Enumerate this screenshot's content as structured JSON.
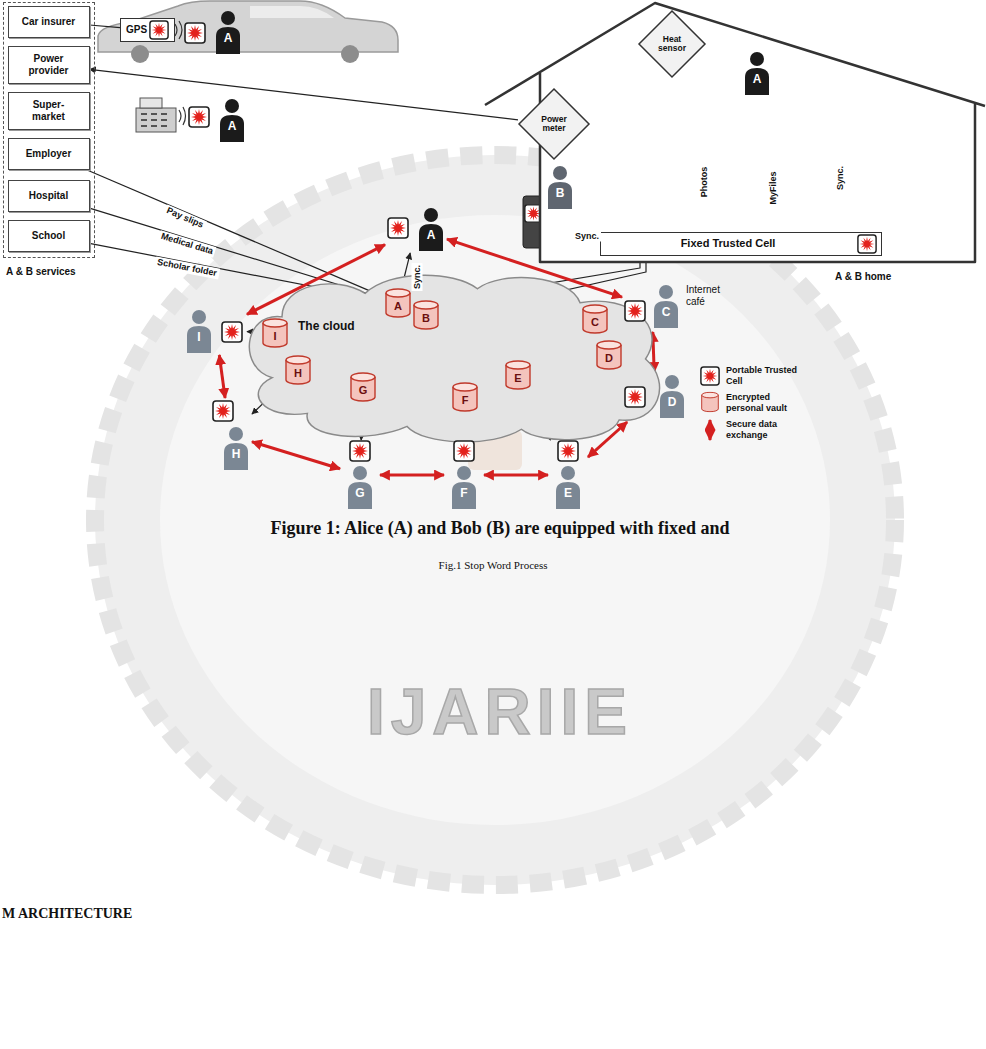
{
  "diagram": {
    "caption": "Fig.1 Stop Word Process",
    "nodes": [
      {
        "text": [
          "A & B services"
        ]
      },
      {
        "text": [
          "Car insurer"
        ],
        "in": 0
      },
      {
        "text": [
          "Power provider"
        ],
        "in": 0
      },
      {
        "text": [
          "Super-market"
        ],
        "in": 0
      },
      {
        "text": [
          "Employer"
        ],
        "in": 0
      },
      {
        "text": [
          "Hospital"
        ],
        "in": 0
      },
      {
        "text": [
          "School"
        ],
        "in": 0
      },
      {
        "text": [
          "GPS"
        ]
      },
      {
        "text": [
          "A"
        ]
      },
      {
        "text": [
          "A"
        ]
      },
      {
        "text": [
          "A & B home"
        ]
      },
      {
        "text": [
          "Heat sensor"
        ],
        "in": 10
      },
      {
        "text": [
          "Power meter"
        ],
        "in": 10
      },
      {
        "text": [
          "A"
        ],
        "in": 10
      },
      {
        "text": [
          "B"
        ],
        "in": 10
      },
      {
        "text": [
          "Fixed Trusted Cell"
        ],
        "in": 10
      },
      {
        "text": [
          "A"
        ]
      },
      {
        "text": [
          "The cloud"
        ]
      },
      {
        "text": [
          "A"
        ],
        "in": 17
      },
      {
        "text": [
          "B"
        ],
        "in": 17
      },
      {
        "text": [
          "I"
        ],
        "in": 17
      },
      {
        "text": [
          "H"
        ],
        "in": 17
      },
      {
        "text": [
          "G"
        ],
        "in": 17
      },
      {
        "text": [
          "F"
        ],
        "in": 17
      },
      {
        "text": [
          "E"
        ],
        "in": 17
      },
      {
        "text": [
          "C"
        ],
        "in": 17
      },
      {
        "text": [
          "D"
        ],
        "in": 17
      },
      {
        "text": [
          "I"
        ]
      },
      {
        "text": [
          "H"
        ]
      },
      {
        "text": [
          "G"
        ]
      },
      {
        "text": [
          "F"
        ]
      },
      {
        "text": [
          "E"
        ]
      },
      {
        "text": [
          "D"
        ]
      },
      {
        "text": [
          "C"
        ]
      }
    ],
    "edges": [
      {
        "from": 7,
        "to": 1,
        "arrow": "none"
      },
      {
        "from": 12,
        "to": 2,
        "arrow": "to"
      },
      {
        "from": 11,
        "to": 15,
        "arrow": "to"
      },
      {
        "from": 12,
        "to": 15,
        "arrow": "to"
      },
      {
        "from": 14,
        "to": 15,
        "label": "Sync.",
        "arrow": "both"
      },
      {
        "from": 4,
        "to": 18,
        "label": "Pay slips",
        "arrow": "to"
      },
      {
        "from": 5,
        "to": 18,
        "label": "Medical data",
        "arrow": "to"
      },
      {
        "from": 6,
        "to": 18,
        "label": "Scholar folder",
        "arrow": "to"
      },
      {
        "from": 16,
        "to": 18,
        "label": "Sync.",
        "arrow": "both"
      },
      {
        "from": 15,
        "to": 18,
        "arrow": "none"
      },
      {
        "from": 15,
        "to": 19,
        "arrow": "none"
      },
      {
        "from": 16,
        "to": 27,
        "arrow": "both"
      },
      {
        "from": 16,
        "to": 33,
        "arrow": "both"
      },
      {
        "from": 27,
        "to": 28,
        "arrow": "both"
      },
      {
        "from": 28,
        "to": 29,
        "arrow": "both"
      },
      {
        "from": 29,
        "to": 30,
        "arrow": "both"
      },
      {
        "from": 30,
        "to": 31,
        "arrow": "both"
      },
      {
        "from": 31,
        "to": 32,
        "arrow": "both"
      },
      {
        "from": 32,
        "to": 33,
        "arrow": "both"
      },
      {
        "from": 27,
        "to": 20,
        "arrow": "both"
      },
      {
        "from": 28,
        "to": 21,
        "arrow": "both"
      },
      {
        "from": 29,
        "to": 22,
        "arrow": "both"
      },
      {
        "from": 30,
        "to": 23,
        "arrow": "both"
      },
      {
        "from": 31,
        "to": 24,
        "arrow": "both"
      },
      {
        "from": 32,
        "to": 26,
        "arrow": "both"
      },
      {
        "from": 33,
        "to": 25,
        "arrow": "both"
      }
    ],
    "labels": [
      "Photos",
      "MyFiles",
      "Sync.",
      "Internet café",
      "Figure 1: Alice (A) and Bob (B) are equipped with fixed and",
      "IJARIIE",
      "M ARCHITECTURE"
    ],
    "legend": [
      {
        "text": "Portable Trusted Cell"
      },
      {
        "text": "Encrypted personal vault"
      },
      {
        "text": "Secure data exchange"
      }
    ]
  }
}
